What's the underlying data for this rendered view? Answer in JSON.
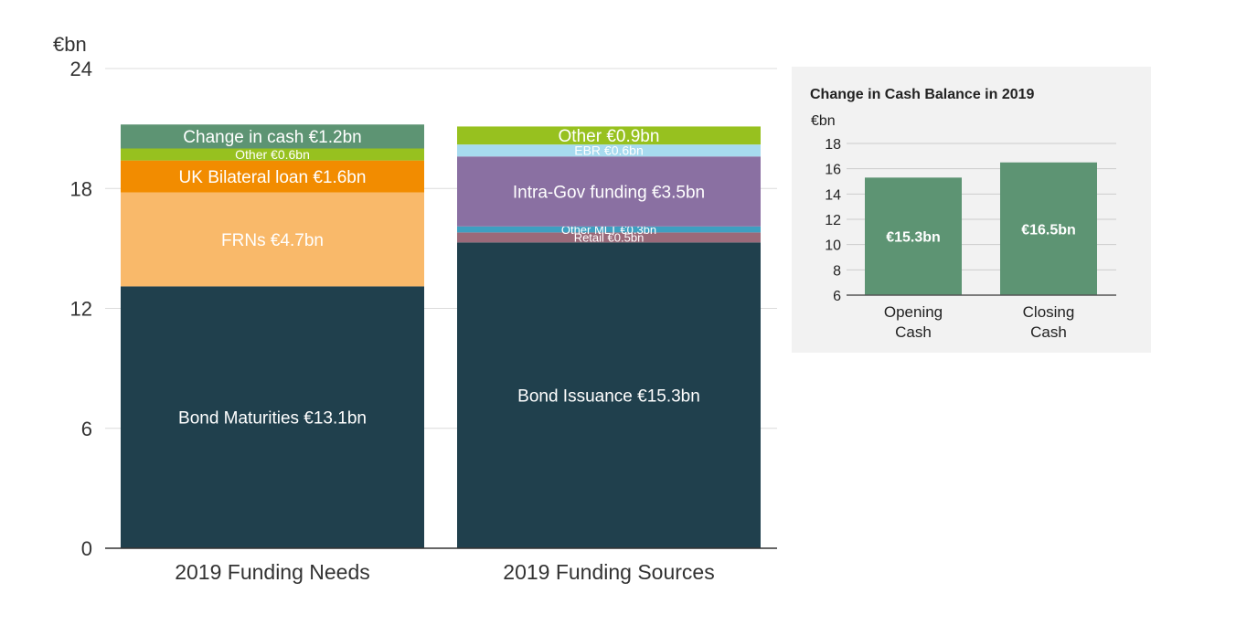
{
  "chart_data": [
    {
      "type": "bar",
      "stacked": true,
      "unit_label": "€bn",
      "ylim": [
        0,
        24
      ],
      "yticks": [
        0,
        6,
        12,
        18,
        24
      ],
      "grid": true,
      "categories": [
        "2019 Funding Needs",
        "2019 Funding Sources"
      ],
      "stacks": [
        {
          "category": "2019 Funding Needs",
          "segments": [
            {
              "label": "Bond Maturities €13.1bn",
              "value": 13.1,
              "color": "#20404d",
              "label_color": "#ffffff"
            },
            {
              "label": "FRNs €4.7bn",
              "value": 4.7,
              "color": "#f9b96a",
              "label_color": "#ffffff"
            },
            {
              "label": "UK Bilateral loan €1.6bn",
              "value": 1.6,
              "color": "#f28c00",
              "label_color": "#ffffff"
            },
            {
              "label": "Other €0.6bn",
              "value": 0.6,
              "color": "#97c11f",
              "label_color": "#ffffff"
            },
            {
              "label": "Change in cash €1.2bn",
              "value": 1.2,
              "color": "#5d9473",
              "label_color": "#ffffff"
            }
          ]
        },
        {
          "category": "2019 Funding Sources",
          "segments": [
            {
              "label": "Bond Issuance €15.3bn",
              "value": 15.3,
              "color": "#20404d",
              "label_color": "#ffffff"
            },
            {
              "label": "Retail €0.5bn",
              "value": 0.5,
              "color": "#9a6a7a",
              "label_color": "#ffffff"
            },
            {
              "label": "Other MLT €0.3bn",
              "value": 0.3,
              "color": "#3e9fc1",
              "label_color": "#ffffff"
            },
            {
              "label": "Intra-Gov funding €3.5bn",
              "value": 3.5,
              "color": "#8a70a2",
              "label_color": "#ffffff"
            },
            {
              "label": "EBR €0.6bn",
              "value": 0.6,
              "color": "#a7dbef",
              "label_color": "#ffffff"
            },
            {
              "label": "Other €0.9bn",
              "value": 0.9,
              "color": "#97c11f",
              "label_color": "#ffffff"
            }
          ]
        }
      ]
    },
    {
      "type": "bar",
      "title": "Change in Cash Balance in 2019",
      "unit_label": "€bn",
      "ylim": [
        6,
        18
      ],
      "yticks": [
        6,
        8,
        10,
        12,
        14,
        16,
        18
      ],
      "grid": true,
      "categories": [
        [
          "Opening",
          "Cash"
        ],
        [
          "Closing",
          "Cash"
        ]
      ],
      "values": [
        15.3,
        16.5
      ],
      "data_labels": [
        "€15.3bn",
        "€16.5bn"
      ],
      "color": "#5d9473"
    }
  ]
}
